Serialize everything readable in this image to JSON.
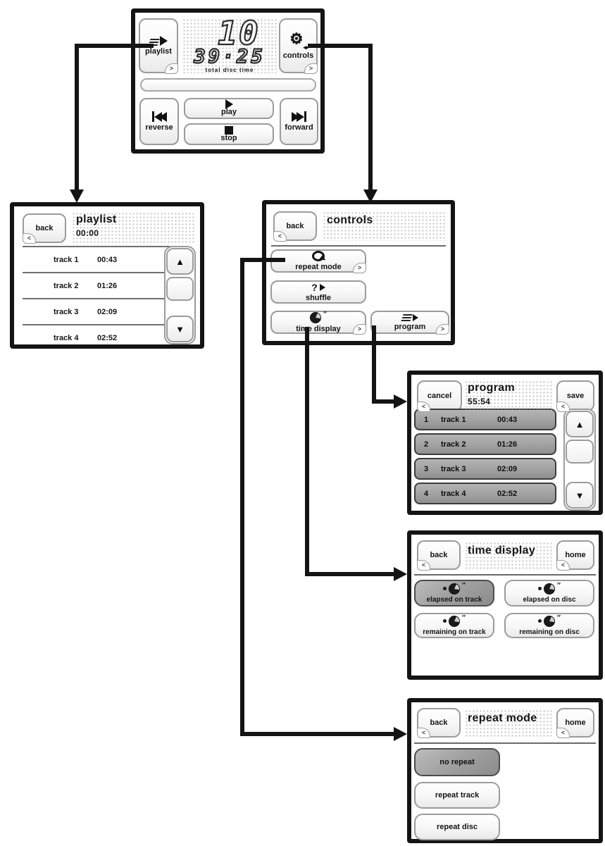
{
  "icons": {
    "scroll_up": "▲",
    "scroll_down": "▼",
    "corner_next": ">",
    "corner_back": "<",
    "shuffle_mark": "?",
    "ditto": "″",
    "gear": "⚙",
    "gear_pair": "◂▸"
  },
  "main_panel": {
    "playlist_button": "playlist",
    "controls_button": "controls",
    "display": {
      "track": "10",
      "time": "39·25",
      "caption": "total disc time"
    },
    "reverse_button": "reverse",
    "play_button": "play",
    "stop_button": "stop",
    "forward_button": "forward"
  },
  "playlist_panel": {
    "back_button": "back",
    "title": "playlist",
    "elapsed": "00:00",
    "tracks": [
      {
        "name": "track 1",
        "time": "00:43"
      },
      {
        "name": "track 2",
        "time": "01:26"
      },
      {
        "name": "track 3",
        "time": "02:09"
      },
      {
        "name": "track 4",
        "time": "02:52"
      }
    ]
  },
  "controls_panel": {
    "back_button": "back",
    "title": "controls",
    "repeat_button": "repeat mode",
    "shuffle_button": "shuffle",
    "time_button": "time display",
    "program_button": "program"
  },
  "program_panel": {
    "cancel_button": "cancel",
    "title": "program",
    "total": "55:54",
    "save_button": "save",
    "tracks": [
      {
        "num": "1",
        "name": "track 1",
        "time": "00:43"
      },
      {
        "num": "2",
        "name": "track 2",
        "time": "01:26"
      },
      {
        "num": "3",
        "name": "track 3",
        "time": "02:09"
      },
      {
        "num": "4",
        "name": "track 4",
        "time": "02:52"
      }
    ]
  },
  "time_panel": {
    "back_button": "back",
    "title": "time display",
    "home_button": "home",
    "options": [
      {
        "label": "elapsed on track",
        "selected": true
      },
      {
        "label": "elapsed on disc",
        "selected": false
      },
      {
        "label": "remaining on track",
        "selected": false
      },
      {
        "label": "remaining on disc",
        "selected": false
      }
    ]
  },
  "repeat_panel": {
    "back_button": "back",
    "title": "repeat mode",
    "home_button": "home",
    "options": [
      {
        "label": "no repeat",
        "selected": true
      },
      {
        "label": "repeat track",
        "selected": false
      },
      {
        "label": "repeat disc",
        "selected": false
      }
    ]
  },
  "colors": {
    "line": "#141414",
    "panel_border": "#141414",
    "selected_fill": "#9a9a9a",
    "button_border": "#9b9b9b"
  }
}
